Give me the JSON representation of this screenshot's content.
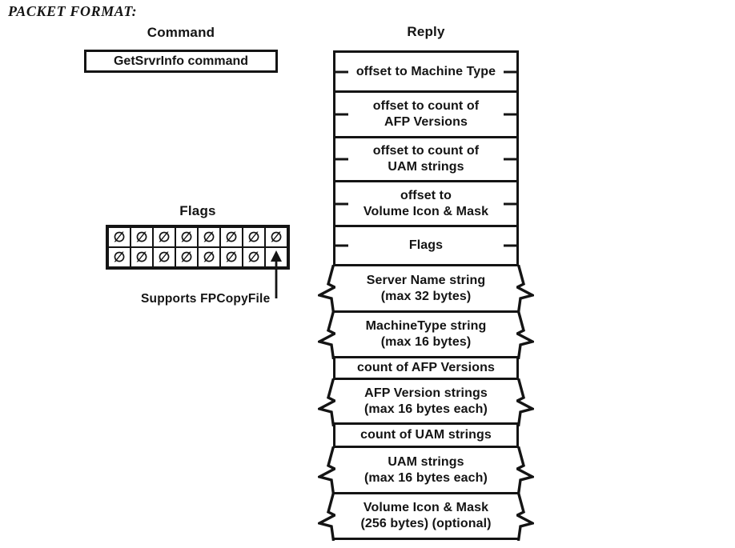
{
  "page": {
    "title": "PACKET FORMAT:"
  },
  "command": {
    "heading": "Command",
    "box_label": "GetSrvrInfo command"
  },
  "reply": {
    "heading": "Reply",
    "cells": [
      {
        "lines": [
          "offset to Machine Type"
        ]
      },
      {
        "lines": [
          "offset to count of",
          "AFP Versions"
        ]
      },
      {
        "lines": [
          "offset to count of",
          "UAM strings"
        ]
      },
      {
        "lines": [
          "offset to",
          "Volume Icon & Mask"
        ]
      },
      {
        "lines": [
          "Flags"
        ]
      },
      {
        "lines": [
          "Server Name string",
          "(max 32 bytes)"
        ]
      },
      {
        "lines": [
          "MachineType string",
          "(max 16 bytes)"
        ]
      },
      {
        "lines": [
          "count of AFP Versions"
        ]
      },
      {
        "lines": [
          "AFP Version strings",
          "(max 16 bytes each)"
        ]
      },
      {
        "lines": [
          "count of UAM strings"
        ]
      },
      {
        "lines": [
          "UAM strings",
          "(max 16 bytes each)"
        ]
      },
      {
        "lines": [
          "Volume Icon & Mask",
          "(256 bytes) (optional)"
        ]
      }
    ]
  },
  "flags": {
    "heading": "Flags",
    "rows": [
      [
        "∅",
        "∅",
        "∅",
        "∅",
        "∅",
        "∅",
        "∅",
        "∅"
      ],
      [
        "∅",
        "∅",
        "∅",
        "∅",
        "∅",
        "∅",
        "∅",
        ""
      ]
    ],
    "annotation": "Supports FPCopyFile"
  },
  "colors": {
    "ink": "#141414",
    "paper": "#ffffff"
  }
}
